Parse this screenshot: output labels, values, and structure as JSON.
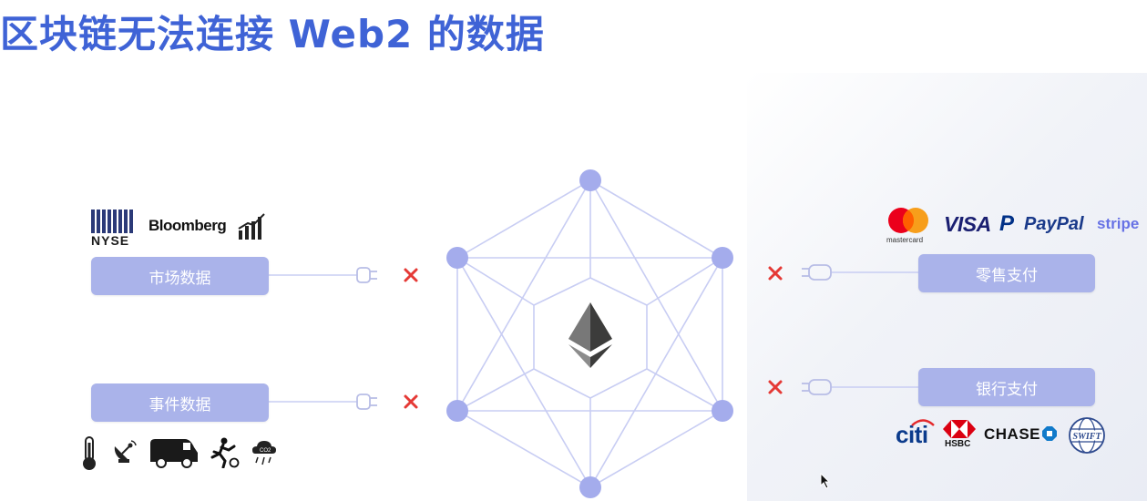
{
  "title": "区块链无法连接 Web2 的数据",
  "left": {
    "market_box": "市场数据",
    "event_box": "事件数据",
    "market_logos": {
      "nyse": "NYSE",
      "bloomberg": "Bloomberg"
    },
    "event_icons": [
      "thermometer-icon",
      "satellite-dish-icon",
      "van-icon",
      "soccer-player-icon",
      "weather-co2-icon"
    ]
  },
  "right": {
    "retail_box": "零售支付",
    "bank_box": "银行支付",
    "payment_logos": {
      "mastercard": "mastercard",
      "visa": "VISA",
      "paypal": "PayPal",
      "stripe": "stripe"
    },
    "bank_logos": {
      "citi": "citi",
      "hsbc": "HSBC",
      "chase": "CHASE",
      "swift": "SWIFT"
    }
  },
  "colors": {
    "title": "#3f63d6",
    "box": "#aab3ea",
    "node": "#a4acec",
    "edge": "#c8cdf3",
    "cross": "#e53935",
    "plug": "#b8bde6"
  },
  "status_symbol": "✕"
}
